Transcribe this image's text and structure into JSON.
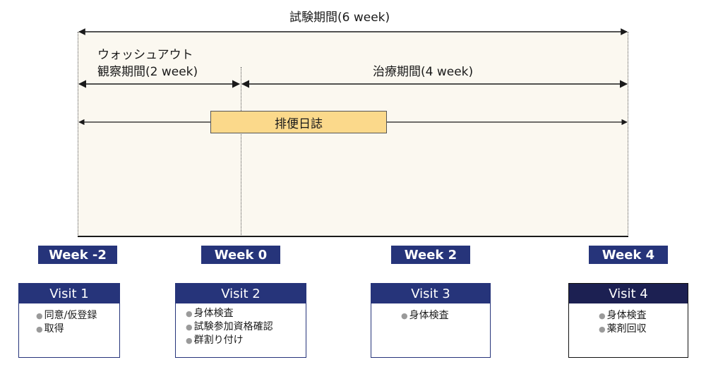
{
  "colors": {
    "panel": "#fbf8f0",
    "accent": "#26347a",
    "diary": "#fbd98b",
    "line": "#1a1a1a"
  },
  "trial_period": "試験期間(6 week)",
  "washout": {
    "line1": "ウォッシュアウト",
    "line2": "観察期間(2 week)"
  },
  "treatment": "治療期間(4 week)",
  "diary": "排便日誌",
  "weeks": [
    {
      "label": "Week -2"
    },
    {
      "label": "Week 0"
    },
    {
      "label": "Week 2"
    },
    {
      "label": "Week 4"
    }
  ],
  "visits": [
    {
      "title": "Visit 1",
      "items": [
        "同意/仮登録",
        "取得"
      ]
    },
    {
      "title": "Visit 2",
      "items": [
        "身体検査",
        "試験参加資格確認",
        "群割り付け"
      ]
    },
    {
      "title": "Visit 3",
      "items": [
        "身体検査"
      ]
    },
    {
      "title": "Visit 4",
      "items": [
        "身体検査",
        "薬剤回収"
      ]
    }
  ],
  "bullet_glyph": "●"
}
